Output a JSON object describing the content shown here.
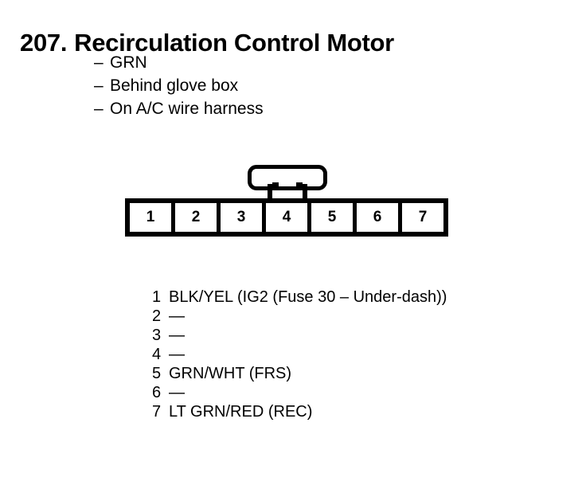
{
  "title": {
    "number": "207.",
    "name": "Recirculation Control Motor"
  },
  "notes": {
    "marker": "–",
    "items": [
      "GRN",
      "Behind glove box",
      "On A/C wire harness"
    ]
  },
  "connector": {
    "pin_count": 7,
    "pins": [
      "1",
      "2",
      "3",
      "4",
      "5",
      "6",
      "7"
    ],
    "latch_tab": "latch-tab",
    "tab_over_pin": "4"
  },
  "pin_legend": {
    "rows": [
      {
        "pin": "1",
        "desc": "BLK/YEL (IG2 (Fuse 30 – Under-dash))"
      },
      {
        "pin": "2",
        "desc": "—"
      },
      {
        "pin": "3",
        "desc": "—"
      },
      {
        "pin": "4",
        "desc": "—"
      },
      {
        "pin": "5",
        "desc": "GRN/WHT (FRS)"
      },
      {
        "pin": "6",
        "desc": "—"
      },
      {
        "pin": "7",
        "desc": "LT GRN/RED (REC)"
      }
    ]
  },
  "colors": {
    "ink": "#000000",
    "background": "#ffffff"
  }
}
